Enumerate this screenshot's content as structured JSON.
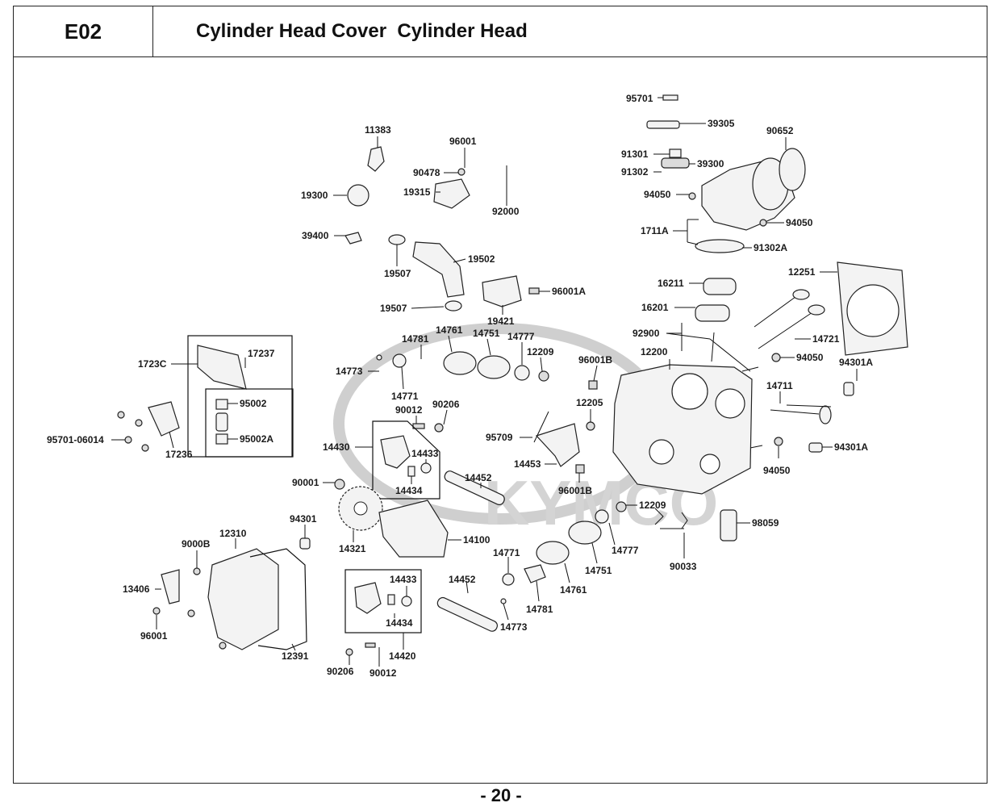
{
  "header": {
    "code": "E02",
    "title": "Cylinder Head Cover  Cylinder Head"
  },
  "page_number": "- 20 -",
  "watermark": "KYMCO",
  "labels": {
    "l95701": "95701",
    "l39305": "39305",
    "l90652": "90652",
    "l91301": "91301",
    "l39300": "39300",
    "l91302": "91302",
    "l94050a": "94050",
    "l94050b": "94050",
    "l1711A": "1711A",
    "l91302A": "91302A",
    "l12251": "12251",
    "l16211": "16211",
    "l16201": "16201",
    "l14721": "14721",
    "l92900": "92900",
    "l94050c": "94050",
    "l12200": "12200",
    "l94301Aa": "94301A",
    "l14711": "14711",
    "l94301Ab": "94301A",
    "l94050d": "94050",
    "l98059": "98059",
    "l90033": "90033",
    "l11383": "11383",
    "l96001a": "96001",
    "l90478": "90478",
    "l19315": "19315",
    "l19300": "19300",
    "l92000": "92000",
    "l39400": "39400",
    "l19502": "19502",
    "l19507a": "19507",
    "l96001A": "96001A",
    "l19507b": "19507",
    "l19421": "19421",
    "l14781a": "14781",
    "l14761a": "14761",
    "l14751a": "14751",
    "l14777a": "14777",
    "l12209a": "12209",
    "l96001B": "96001B",
    "l14773a": "14773",
    "l14771a": "14771",
    "l12205": "12205",
    "l90012a": "90012",
    "l90206a": "90206",
    "l95709": "95709",
    "l14453": "14453",
    "l96001Bb": "96001B",
    "l1723C": "1723C",
    "l17237": "17237",
    "l95002": "95002",
    "l95002A": "95002A",
    "l95701_06014": "95701-06014",
    "l17236": "17236",
    "l14430": "14430",
    "l14433a": "14433",
    "l14434a": "14434",
    "l90001": "90001",
    "l14452a": "14452",
    "l12209b": "12209",
    "l94301": "94301",
    "l14321": "14321",
    "l14100": "14100",
    "l14777b": "14777",
    "l14751b": "14751",
    "l14771b": "14771",
    "l14761b": "14761",
    "l14781b": "14781",
    "l14773b": "14773",
    "l14452b": "14452",
    "l9000B": "9000B",
    "l12310": "12310",
    "l13406": "13406",
    "l96001c": "96001",
    "l12391": "12391",
    "l14433b": "14433",
    "l14434b": "14434",
    "l14420": "14420",
    "l90206b": "90206",
    "l90012b": "90012"
  }
}
